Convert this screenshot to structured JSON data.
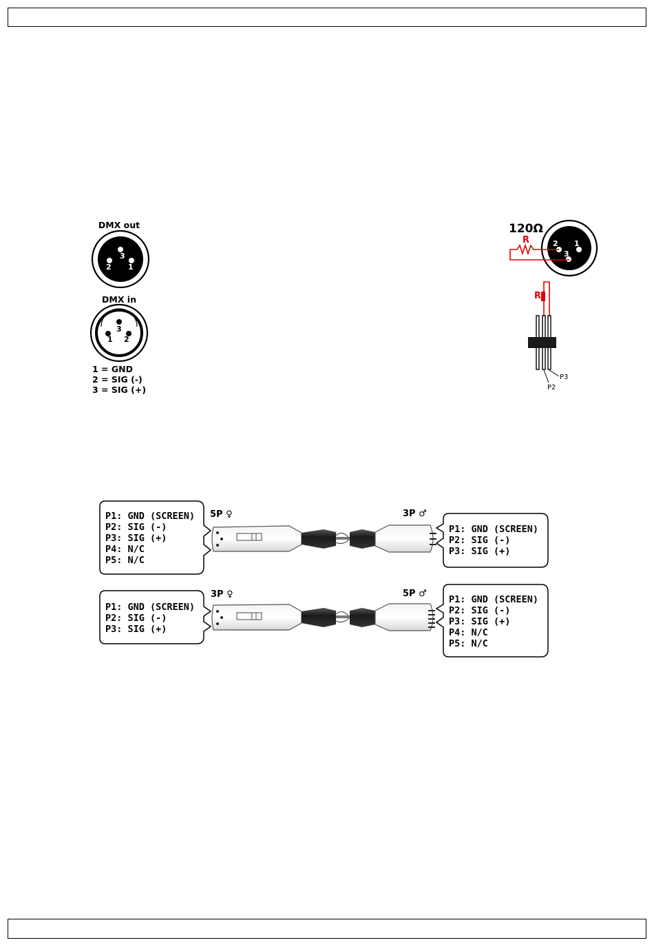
{
  "dmx_out": {
    "title": "DMX out",
    "pins": [
      "3",
      "2",
      "1"
    ]
  },
  "dmx_in": {
    "title": "DMX in",
    "pins": [
      "3",
      "1",
      "2"
    ]
  },
  "pin_legend": [
    "1 = GND",
    "2 = SIG (-)",
    "3 = SIG (+)"
  ],
  "terminator": {
    "resistance": "120Ω",
    "r_label": "R",
    "pins": [
      "2",
      "1",
      "3"
    ],
    "header_labels": [
      "P2",
      "P3"
    ]
  },
  "adapter_1": {
    "left_label": "5P ♀",
    "right_label": "3P ♂",
    "left_pins": [
      "P1: GND (SCREEN)",
      "P2: SIG (-)",
      "P3: SIG (+)",
      "P4: N/C",
      "P5: N/C"
    ],
    "right_pins": [
      "P1: GND (SCREEN)",
      "P2: SIG (-)",
      "P3: SIG (+)"
    ]
  },
  "adapter_2": {
    "left_label": "3P ♀",
    "right_label": "5P ♂",
    "left_pins": [
      "P1: GND (SCREEN)",
      "P2: SIG (-)",
      "P3: SIG (+)"
    ],
    "right_pins": [
      "P1: GND (SCREEN)",
      "P2: SIG (-)",
      "P3: SIG (+)",
      "P4: N/C",
      "P5: N/C"
    ]
  }
}
